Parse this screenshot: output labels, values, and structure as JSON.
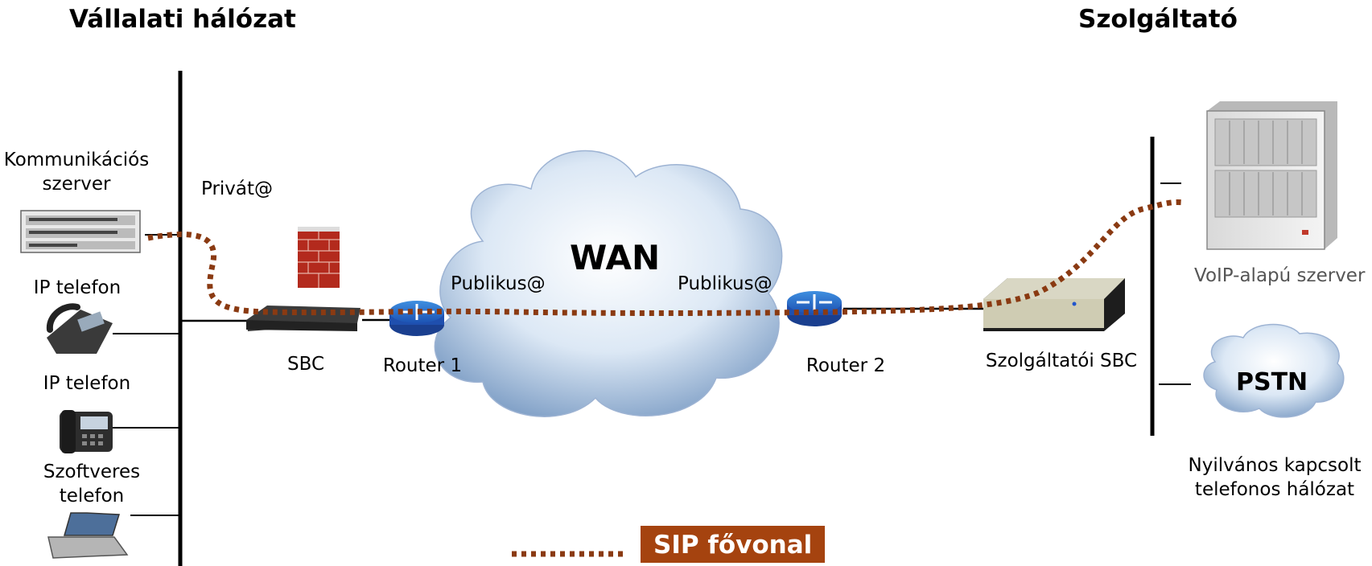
{
  "headings": {
    "enterprise": "Vállalati hálózat",
    "provider": "Szolgáltató"
  },
  "labels": {
    "comm_server_line1": "Kommunikációs",
    "comm_server_line2": "szerver",
    "ip_phone_1": "IP telefon",
    "ip_phone_2": "IP telefon",
    "softphone_line1": "Szoftveres",
    "softphone_line2": "telefon",
    "private_addr": "Privát@",
    "sbc": "SBC",
    "router1": "Router 1",
    "public_addr_left": "Publikus@",
    "public_addr_right": "Publikus@",
    "wan": "WAN",
    "router2": "Router 2",
    "provider_sbc": "Szolgáltatói SBC",
    "voip_server": "VoIP-alapú szerver",
    "pstn": "PSTN",
    "pstn_desc_line1": "Nyilvános kapcsolt",
    "pstn_desc_line2": "telefonos hálózat"
  },
  "legend": {
    "sip_trunk": "SIP fővonal"
  },
  "colors": {
    "sip_trunk": "#8a3a12",
    "legend_bg": "#a5430f"
  }
}
